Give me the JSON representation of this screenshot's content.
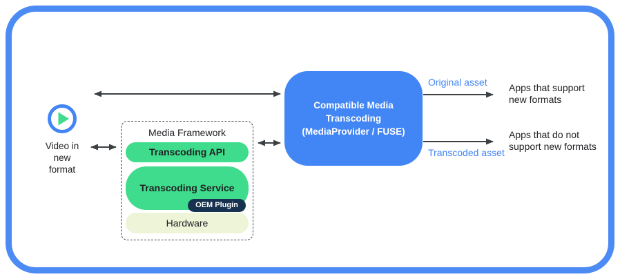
{
  "colors": {
    "frame_border": "#4C8BF4",
    "transcoding_box": "#4285F4",
    "pill_green": "#3EDC8C",
    "oem_navy": "#16324F",
    "hardware_pale": "#EDF4D7",
    "arrow_gray": "#3C4043",
    "asset_label_blue": "#4285F4",
    "text_dark": "#202124"
  },
  "source": {
    "icon": "play-icon",
    "label": "Video in\nnew\nformat"
  },
  "media_framework": {
    "title": "Media Framework",
    "layers": {
      "api": "Transcoding API",
      "service": "Transcoding Service",
      "oem_plugin": "OEM Plugin",
      "hardware": "Hardware"
    }
  },
  "transcoding_box": {
    "label": "Compatible Media\nTranscoding\n(MediaProvider / FUSE)"
  },
  "outputs": {
    "original": {
      "asset_label": "Original asset",
      "target": "Apps that support\nnew formats"
    },
    "transcoded": {
      "asset_label": "Transcoded asset",
      "target": "Apps that do not\nsupport new formats"
    }
  }
}
